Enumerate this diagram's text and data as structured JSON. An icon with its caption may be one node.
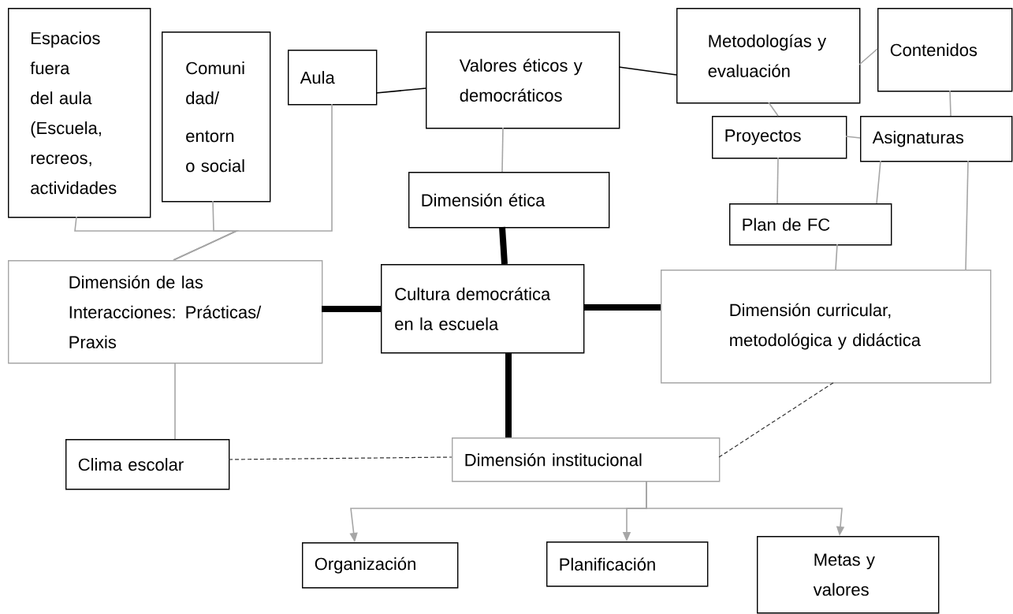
{
  "diagram": {
    "nodes": [
      {
        "text": [
          "Espacios fuera del aula (Escuela, recreos, actividades"
        ]
      },
      {
        "text": [
          "Comuni dad/",
          "entorn o social"
        ]
      },
      {
        "text": [
          "Aula"
        ]
      },
      {
        "text": [
          "Valores éticos y democráticos"
        ]
      },
      {
        "text": [
          "Metodologías y evaluación"
        ]
      },
      {
        "text": [
          "Contenidos"
        ]
      },
      {
        "text": [
          "Proyectos"
        ]
      },
      {
        "text": [
          "Asignaturas"
        ]
      },
      {
        "text": [
          "Dimensión ética"
        ]
      },
      {
        "text": [
          "Plan de FC"
        ]
      },
      {
        "text": [
          "Dimensión de las Interacciones: Prácticas/ Praxis"
        ]
      },
      {
        "text": [
          "Cultura democrática en la escuela"
        ]
      },
      {
        "text": [
          "Dimensión curricular, metodológica y didáctica"
        ]
      },
      {
        "text": [
          "Clima escolar"
        ]
      },
      {
        "text": [
          "Dimensión institucional"
        ]
      },
      {
        "text": [
          "Organización"
        ]
      },
      {
        "text": [
          "Planificación"
        ]
      },
      {
        "text": [
          "Metas y valores"
        ]
      }
    ],
    "edges": [
      {
        "from": 2,
        "to": 3,
        "arrow": "none",
        "color": "#000000"
      },
      {
        "from": 3,
        "to": 4,
        "arrow": "none",
        "color": "#000000"
      },
      {
        "from": 4,
        "to": 5,
        "arrow": "none"
      },
      {
        "from": 4,
        "to": 6,
        "arrow": "none"
      },
      {
        "from": 5,
        "to": 7,
        "arrow": "none"
      },
      {
        "from": 6,
        "to": 7,
        "arrow": "none"
      },
      {
        "from": 3,
        "to": 8,
        "arrow": "none"
      },
      {
        "from": 6,
        "to": 9,
        "arrow": "none"
      },
      {
        "from": 7,
        "to": 9,
        "arrow": "none"
      },
      {
        "from": 9,
        "to": 12,
        "arrow": "none"
      },
      {
        "from": 7,
        "to": 12,
        "arrow": "none"
      },
      {
        "from": 0,
        "to": 10,
        "arrow": "none"
      },
      {
        "from": 1,
        "to": 10,
        "arrow": "none"
      },
      {
        "from": 2,
        "to": 10,
        "arrow": "none"
      },
      {
        "from": 8,
        "to": 11,
        "arrow": "none",
        "style": "thick",
        "color": "#000000"
      },
      {
        "from": 10,
        "to": 11,
        "arrow": "none",
        "style": "thick",
        "color": "#000000"
      },
      {
        "from": 11,
        "to": 12,
        "arrow": "none",
        "style": "thick",
        "color": "#000000"
      },
      {
        "from": 11,
        "to": 14,
        "arrow": "none",
        "style": "thick",
        "color": "#000000"
      },
      {
        "from": 10,
        "to": 13,
        "arrow": "none"
      },
      {
        "from": 13,
        "to": 14,
        "arrow": "none",
        "style": "dashed",
        "color": "#333333"
      },
      {
        "from": 14,
        "to": 12,
        "arrow": "none",
        "style": "dashed",
        "color": "#333333"
      },
      {
        "from": 14,
        "to": 15,
        "arrow": "to"
      },
      {
        "from": 14,
        "to": 16,
        "arrow": "to"
      },
      {
        "from": 14,
        "to": 17,
        "arrow": "to"
      }
    ]
  }
}
